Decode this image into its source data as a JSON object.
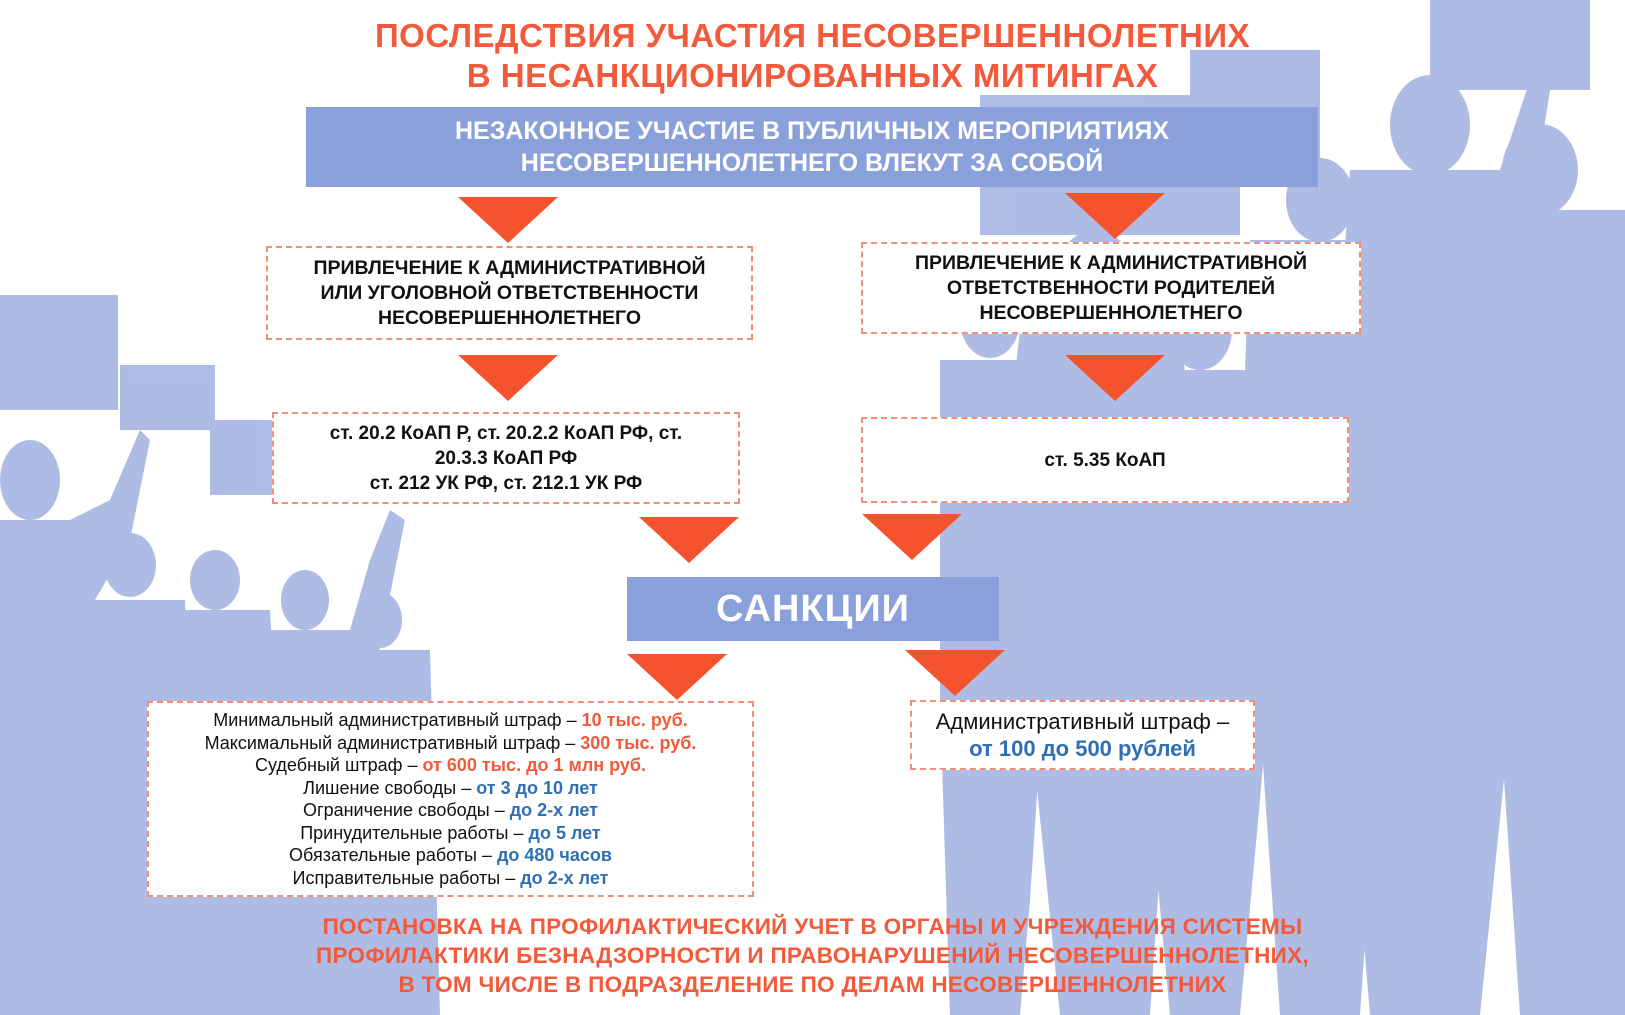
{
  "title": {
    "line1": "ПОСЛЕДСТВИЯ УЧАСТИЯ НЕСОВЕРШЕННОЛЕТНИХ",
    "line2": "В НЕСАНКЦИОНИРОВАННЫХ МИТИНГАХ"
  },
  "intro": {
    "line1": "НЕЗАКОННОЕ УЧАСТИЕ В ПУБЛИЧНЫХ МЕРОПРИЯТИЯХ",
    "line2": "НЕСОВЕРШЕННОЛЕТНЕГО ВЛЕКУТ ЗА СОБОЙ"
  },
  "left_branch": {
    "heading": [
      "ПРИВЛЕЧЕНИЕ К АДМИНИСТРАТИВНОЙ",
      "ИЛИ УГОЛОВНОЙ ОТВЕТСТВЕННОСТИ",
      "НЕСОВЕРШЕННОЛЕТНЕГО"
    ],
    "articles": [
      "ст. 20.2 КоАП Р, ст. 20.2.2 КоАП РФ, ст.",
      "20.3.3 КоАП РФ",
      "ст. 212 УК РФ, ст. 212.1 УК РФ"
    ]
  },
  "right_branch": {
    "heading": [
      "ПРИВЛЕЧЕНИЕ К АДМИНИСТРАТИВНОЙ",
      "ОТВЕТСТВЕННОСТИ РОДИТЕЛЕЙ",
      "НЕСОВЕРШЕННОЛЕТНЕГО"
    ],
    "articles": "ст. 5.35 КоАП"
  },
  "sanctions_label": "САНКЦИИ",
  "left_sanctions": [
    {
      "label": "Минимальный административный штраф – ",
      "value": "10 тыс. руб."
    },
    {
      "label": "Максимальный административный штраф – ",
      "value": "300 тыс. руб."
    },
    {
      "label": "Судебный штраф – ",
      "value": "от 600 тыс. до 1 млн руб."
    },
    {
      "label": "Лишение свободы – ",
      "value": "от 3 до 10 лет"
    },
    {
      "label": "Ограничение свободы – ",
      "value": "до 2-х лет"
    },
    {
      "label": "Принудительные работы – ",
      "value": "до 5 лет"
    },
    {
      "label": "Обязательные работы – ",
      "value": "до 480 часов"
    },
    {
      "label": "Исправительные работы – ",
      "value": "до 2-х лет"
    }
  ],
  "right_sanction": {
    "label": "Административный штраф –",
    "value": "от 100 до 500 рублей"
  },
  "footer": [
    "ПОСТАНОВКА НА ПРОФИЛАКТИЧЕСКИЙ УЧЕТ В ОРГАНЫ И УЧРЕЖДЕНИЯ СИСТЕМЫ",
    "ПРОФИЛАКТИКИ БЕЗНАДЗОРНОСТИ И ПРАВОНАРУШЕНИЙ НЕСОВЕРШЕННОЛЕТНИХ,",
    "В ТОМ ЧИСЛЕ В ПОДРАЗДЕЛЕНИЕ ПО ДЕЛАМ НЕСОВЕРШЕННОЛЕТНИХ"
  ],
  "colors": {
    "accent_orange": "#f25a3b",
    "arrow": "#f4532d",
    "banner_blue": "#8aa0da",
    "silhouette_blue": "#9fb0e0",
    "value_blue": "#2f6fb3"
  },
  "background_icon": "protest-crowd-silhouettes"
}
